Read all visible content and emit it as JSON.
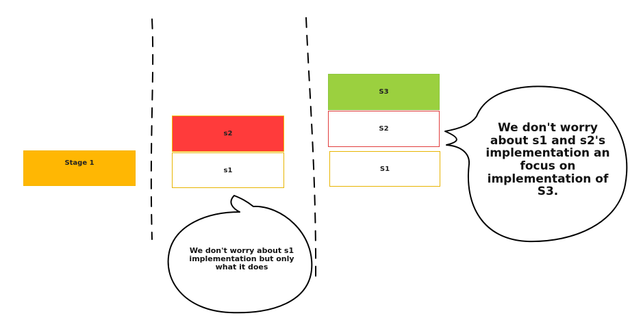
{
  "boxes": {
    "stage1": {
      "label": "Stage 1",
      "fill": "#ffb703",
      "border": "#f4b400"
    },
    "col2_s2": {
      "label": "s2",
      "fill": "#ff3b3b",
      "border": "#f4b400"
    },
    "col2_s1": {
      "label": "s1",
      "fill": "#ffffff",
      "border": "#e8b400"
    },
    "col3_s3": {
      "label": "S3",
      "fill": "#9bd03f",
      "border": "#8cc63f"
    },
    "col3_s2": {
      "label": "S2",
      "fill": "#ffffff",
      "border": "#e03c3c"
    },
    "col3_s1": {
      "label": "S1",
      "fill": "#ffffff",
      "border": "#e8b400"
    }
  },
  "callouts": {
    "bottom": "We don't worry about s1 implementation but only what it does",
    "right": "We don't worry about s1 and s2's implementation an focus on implementation of S3."
  }
}
